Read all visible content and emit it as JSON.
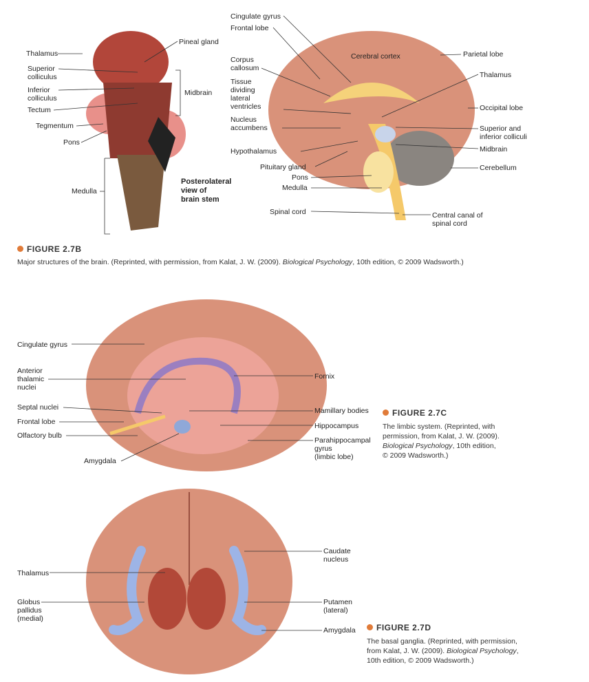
{
  "fig_b": {
    "left_labels": {
      "thalamus": "Thalamus",
      "superior_colliculus": "Superior\ncolliculus",
      "inferior_colliculus": "Inferior\ncolliculus",
      "tectum": "Tectum",
      "tegmentum": "Tegmentum",
      "pons": "Pons",
      "medulla": "Medulla",
      "pineal_gland": "Pineal gland",
      "midbrain": "Midbrain",
      "view_title": "Posterolateral\nview of\nbrain stem"
    },
    "right_labels": {
      "cingulate_gyrus": "Cingulate gyrus",
      "frontal_lobe": "Frontal lobe",
      "corpus_callosum": "Corpus\ncallosum",
      "tissue": "Tissue\ndividing\nlateral\nventricles",
      "nucleus_accumbens": "Nucleus\naccumbens",
      "hypothalamus": "Hypothalamus",
      "pituitary": "Pituitary gland",
      "pons": "Pons",
      "medulla": "Medulla",
      "spinal_cord": "Spinal cord",
      "cerebral_cortex": "Cerebral cortex",
      "parietal_lobe": "Parietal lobe",
      "thalamus": "Thalamus",
      "occipital_lobe": "Occipital lobe",
      "colliculi": "Superior and\ninferior colliculi",
      "midbrain": "Midbrain",
      "cerebellum": "Cerebellum",
      "central_canal": "Central canal of\nspinal cord"
    },
    "figure_title": "FIGURE 2.7B",
    "caption_pre": "Major structures of the brain. (Reprinted, with permission, from Kalat, J. W. (2009). ",
    "caption_book": "Biological Psychology",
    "caption_post": ", 10th edition, © 2009 Wadsworth.)"
  },
  "fig_c": {
    "labels": {
      "cingulate_gyrus": "Cingulate gyrus",
      "anterior_thalamic": "Anterior\nthalamic\nnuclei",
      "septal_nuclei": "Septal nuclei",
      "frontal_lobe": "Frontal lobe",
      "olfactory_bulb": "Olfactory bulb",
      "amygdala": "Amygdala",
      "fornix": "Fornix",
      "mamillary": "Mamillary bodies",
      "hippocampus": "Hippocampus",
      "parahippocampal": "Parahippocampal\ngyrus\n(limbic lobe)"
    },
    "figure_title": "FIGURE 2.7C",
    "caption_pre": "The limbic system. (Reprinted, with\npermission, from Kalat, J. W. (2009).\n",
    "caption_book": "Biological Psychology",
    "caption_post": ", 10th edition,\n© 2009 Wadsworth.)"
  },
  "fig_d": {
    "labels": {
      "thalamus": "Thalamus",
      "globus_pallidus": "Globus\npallidus\n(medial)",
      "caudate": "Caudate\nnucleus",
      "putamen": "Putamen\n(lateral)",
      "amygdala": "Amygdala"
    },
    "figure_title": "FIGURE 2.7D",
    "caption_pre": "The basal ganglia. (Reprinted, with permission,\nfrom Kalat, J. W. (2009). ",
    "caption_book": "Biological Psychology",
    "caption_post": ",\n10th edition, © 2009 Wadsworth.)"
  },
  "colors": {
    "accent": "#e07b39",
    "brain": "#d9927a",
    "brainstem": "#7a4a3a"
  }
}
